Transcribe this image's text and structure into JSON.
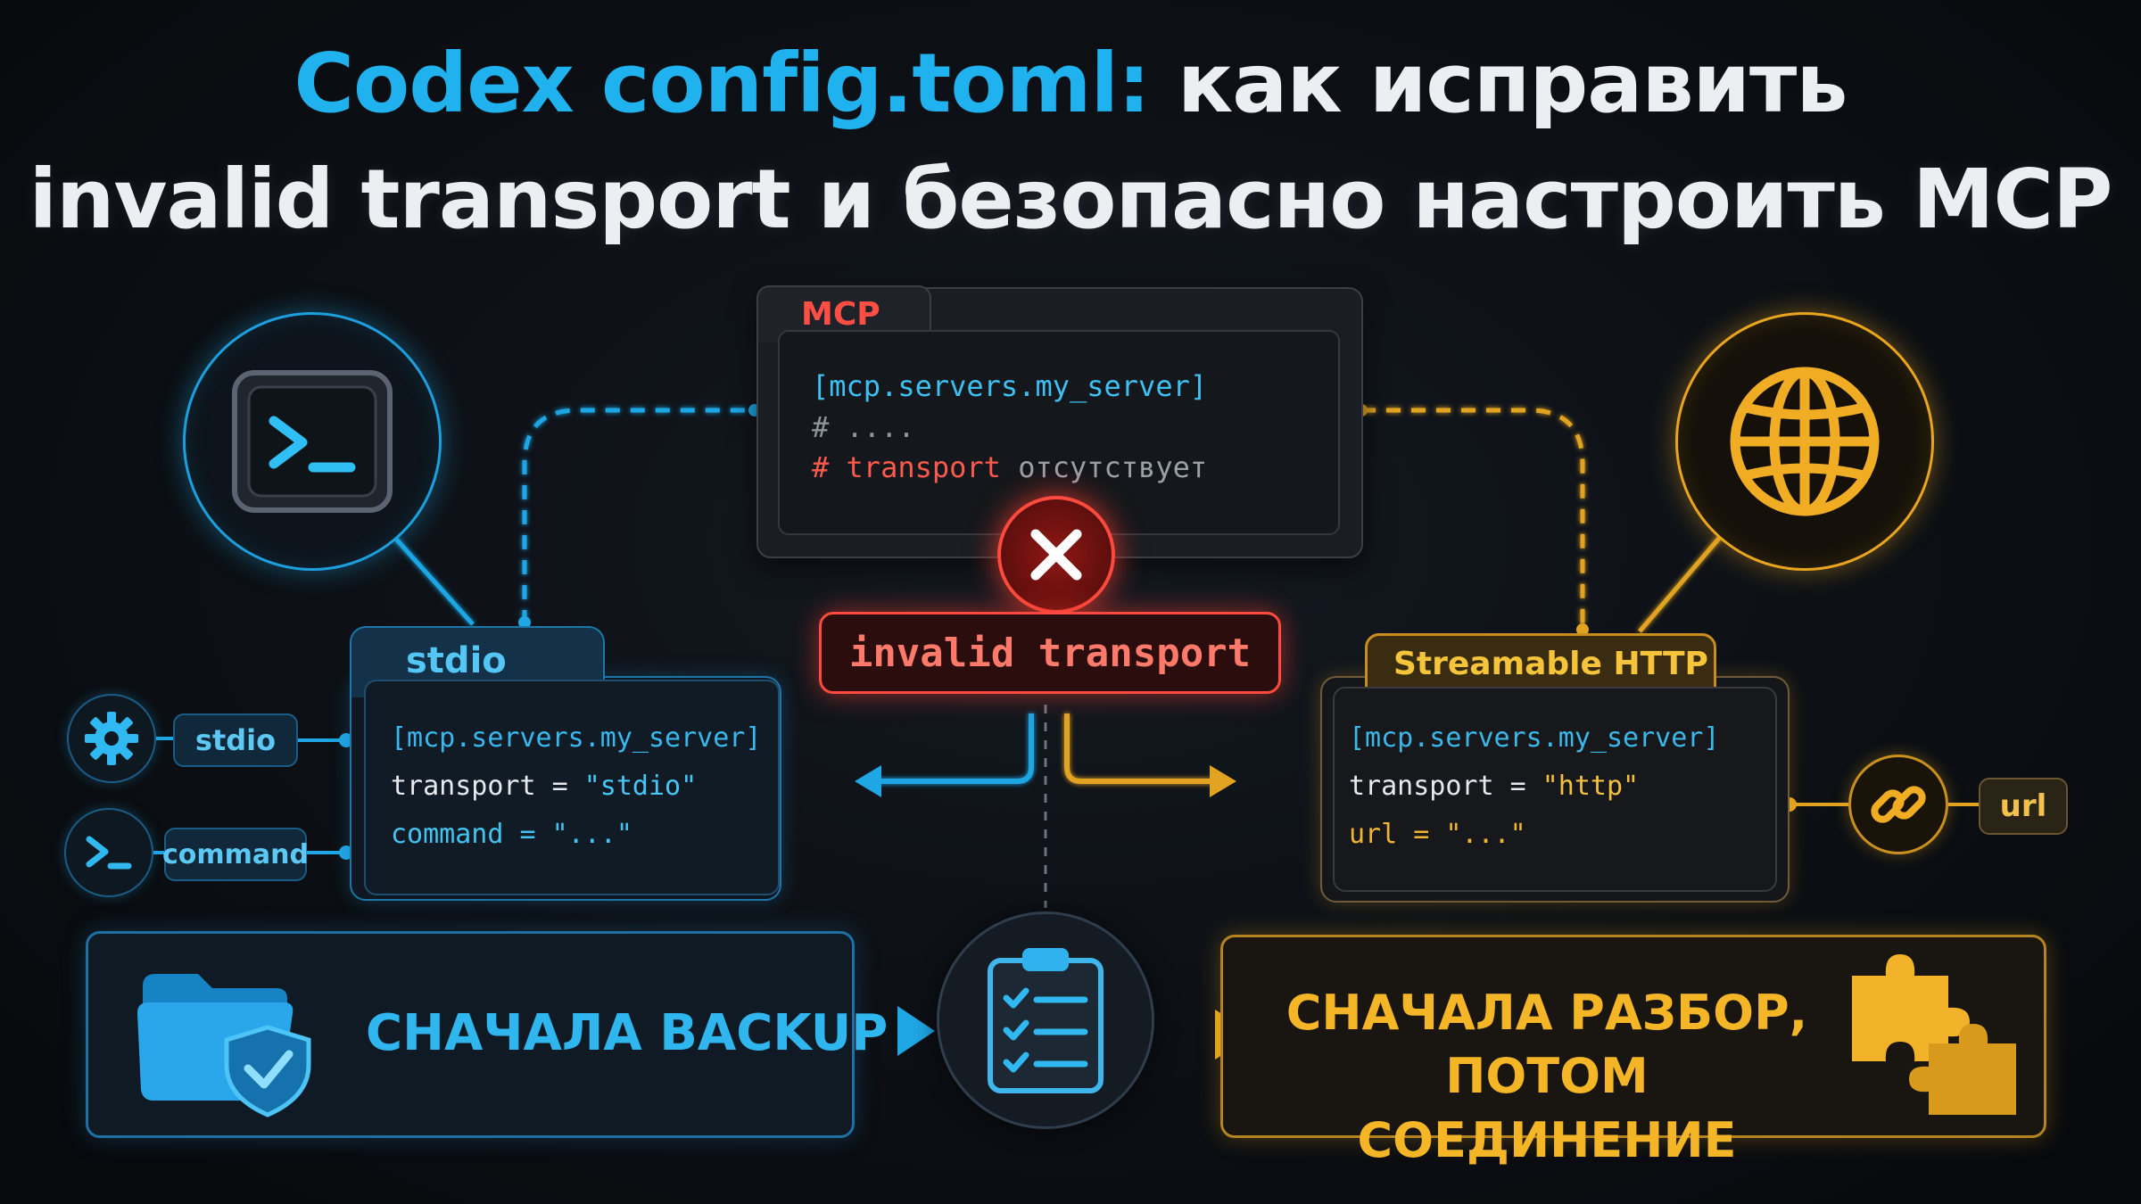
{
  "title": {
    "line1_accent": "Codex config.toml:",
    "line1_rest": " как исправить",
    "line2": "invalid transport и безопасно настроить MCP"
  },
  "icons": {
    "terminal": "terminal-icon",
    "globe": "globe-icon",
    "gear": "gear-icon",
    "prompt": "prompt-icon",
    "link": "link-icon",
    "error": "close-icon",
    "folder_shield": "folder-shield-icon",
    "checklist": "checklist-icon",
    "puzzle": "puzzle-icon"
  },
  "mcp_panel": {
    "tab": "MCP",
    "line1": "[mcp.servers.my_server]",
    "line2": "# ....",
    "line3_key": "# transport",
    "line3_note": " отсутствует"
  },
  "error": {
    "label": "invalid transport"
  },
  "stdio_card": {
    "tab": "stdio",
    "line1": "[mcp.servers.my_server]",
    "line2_key": "transport = ",
    "line2_val": "\"stdio\"",
    "line3": "command = \"...\""
  },
  "http_card": {
    "tab": "Streamable HTTP",
    "line1": "[mcp.servers.my_server]",
    "line2_key": "transport = ",
    "line2_val": "\"http\"",
    "line3": "url = \"...\""
  },
  "side_labels": {
    "stdio": "stdio",
    "command": "command",
    "url": "url"
  },
  "bottom": {
    "backup": "СНАЧАЛА BACKUP",
    "parse_line1": "СНАЧАЛА РАЗБОР,",
    "parse_line2": "ПОТОМ СОЕДИНЕНИЕ"
  },
  "colors": {
    "blue": "#1fb2ee",
    "gold": "#f0b52d",
    "red": "#ff4a3d",
    "background": "#0c0f14"
  }
}
